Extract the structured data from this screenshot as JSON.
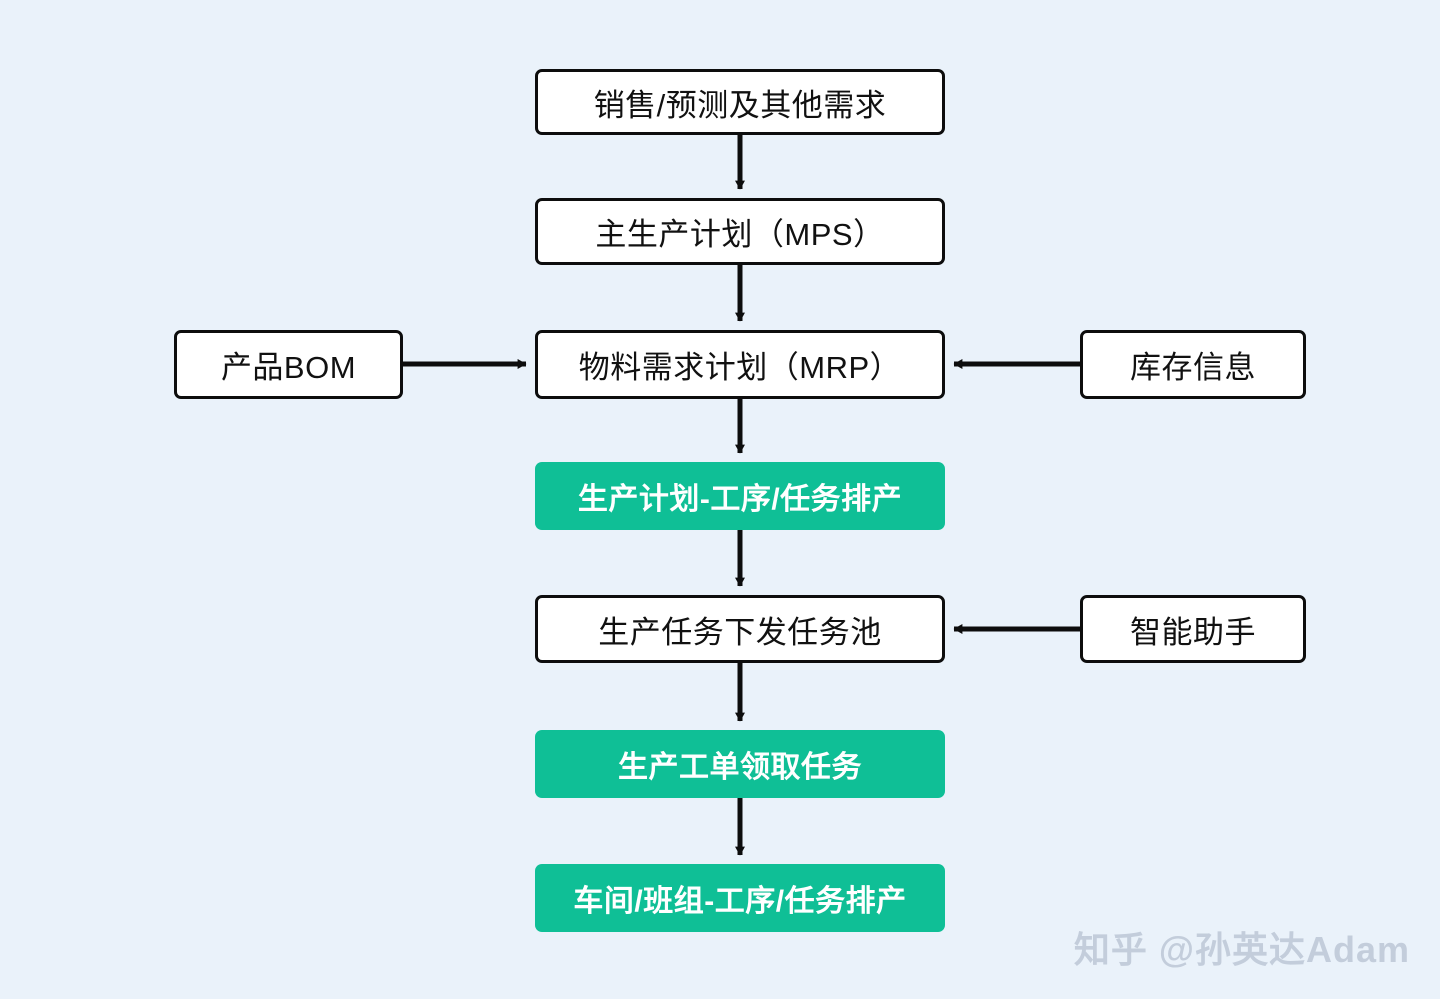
{
  "meta": {
    "background_color": "#eaf2fa",
    "accent_green": "#0fbf96",
    "line_color": "#0d0d0d",
    "white_fill": "#ffffff",
    "watermark_color": "#c3cddb"
  },
  "diagram": {
    "nodes": [
      {
        "id": "sales",
        "label": "销售/预测及其他需求",
        "style": "white",
        "column": "main"
      },
      {
        "id": "mps",
        "label": "主生产计划（MPS）",
        "style": "white",
        "column": "main"
      },
      {
        "id": "mrp",
        "label": "物料需求计划（MRP）",
        "style": "white",
        "column": "main"
      },
      {
        "id": "plan",
        "label": "生产计划-工序/任务排产",
        "style": "green",
        "column": "main"
      },
      {
        "id": "taskpool",
        "label": "生产任务下发任务池",
        "style": "white",
        "column": "main"
      },
      {
        "id": "workorder",
        "label": "生产工单领取任务",
        "style": "green",
        "column": "main"
      },
      {
        "id": "workshop",
        "label": "车间/班组-工序/任务排产",
        "style": "green",
        "column": "main"
      },
      {
        "id": "bom",
        "label": "产品BOM",
        "style": "white",
        "column": "left"
      },
      {
        "id": "inventory",
        "label": "库存信息",
        "style": "white",
        "column": "right"
      },
      {
        "id": "assistant",
        "label": "智能助手",
        "style": "white",
        "column": "right"
      }
    ],
    "edges": [
      {
        "from": "sales",
        "to": "mps",
        "direction": "down"
      },
      {
        "from": "mps",
        "to": "mrp",
        "direction": "down"
      },
      {
        "from": "mrp",
        "to": "plan",
        "direction": "down"
      },
      {
        "from": "plan",
        "to": "taskpool",
        "direction": "down"
      },
      {
        "from": "taskpool",
        "to": "workorder",
        "direction": "down"
      },
      {
        "from": "workorder",
        "to": "workshop",
        "direction": "down"
      },
      {
        "from": "bom",
        "to": "mrp",
        "direction": "right"
      },
      {
        "from": "inventory",
        "to": "mrp",
        "direction": "left"
      },
      {
        "from": "assistant",
        "to": "taskpool",
        "direction": "left"
      }
    ]
  },
  "watermark": {
    "text": "知乎 @孙英达Adam"
  }
}
